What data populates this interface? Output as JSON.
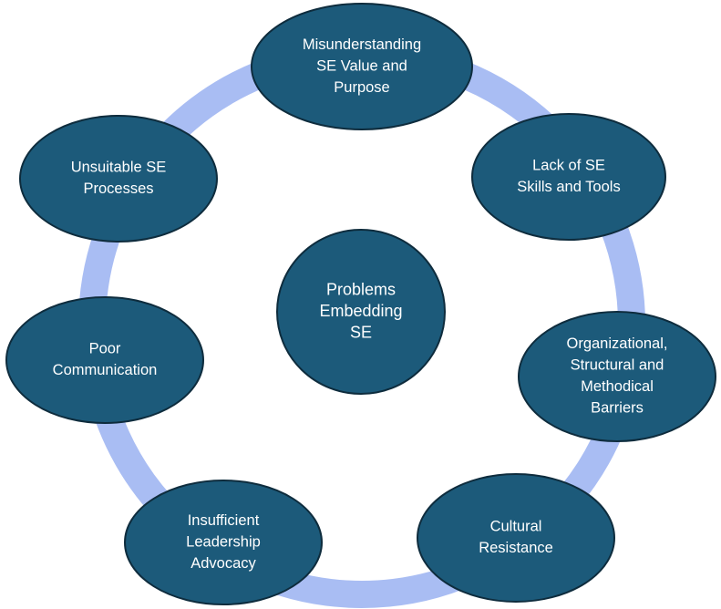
{
  "diagram": {
    "center": {
      "lines": [
        "Problems",
        "Embedding",
        "SE"
      ]
    },
    "nodes": [
      {
        "id": "misunderstanding",
        "lines": [
          "Misunderstanding",
          "SE Value and",
          "Purpose"
        ]
      },
      {
        "id": "lack-of-skills",
        "lines": [
          "Lack of SE",
          "Skills and Tools"
        ]
      },
      {
        "id": "organizational-barriers",
        "lines": [
          "Organizational,",
          "Structural and",
          "Methodical",
          "Barriers"
        ]
      },
      {
        "id": "cultural-resistance",
        "lines": [
          "Cultural",
          "Resistance"
        ]
      },
      {
        "id": "insufficient-leadership",
        "lines": [
          "Insufficient",
          "Leadership",
          "Advocacy"
        ]
      },
      {
        "id": "poor-communication",
        "lines": [
          "Poor",
          "Communication"
        ]
      },
      {
        "id": "unsuitable-processes",
        "lines": [
          "Unsuitable SE",
          "Processes"
        ]
      }
    ],
    "colors": {
      "node_fill": "#1c5a7a",
      "node_stroke": "#0e2c3d",
      "ring": "#a9bdf3",
      "text": "#ffffff"
    }
  }
}
